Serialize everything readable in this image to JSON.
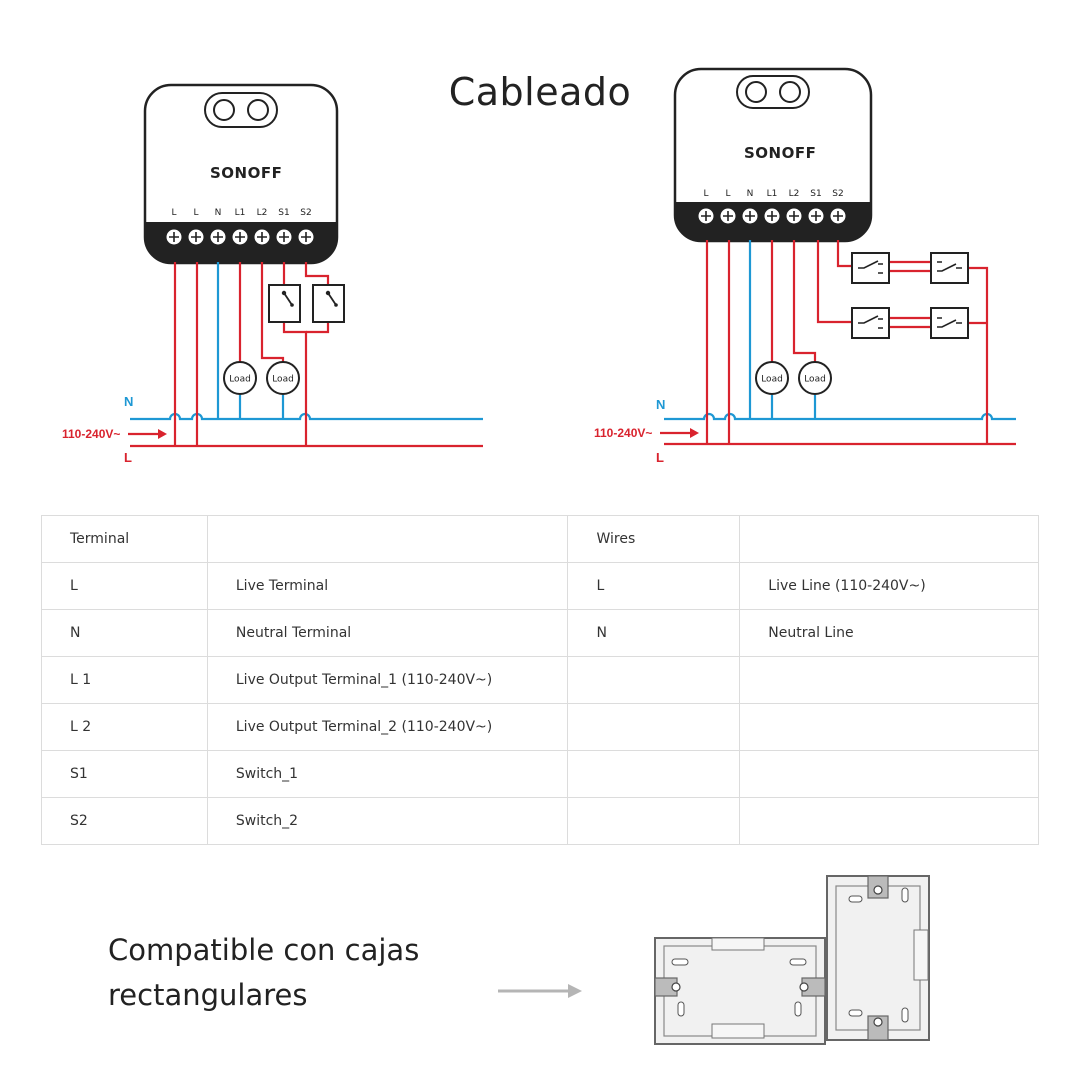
{
  "title": "Cableado",
  "diagram": {
    "brand": "SONOFF",
    "terminals": [
      "L",
      "L",
      "N",
      "L1",
      "L2",
      "S1",
      "S2"
    ],
    "load_label": "Load",
    "neutral_label": "N",
    "live_label": "L",
    "voltage_label": "110-240V~",
    "colors": {
      "live": "#d9232e",
      "neutral": "#1e98d4",
      "device": "#222222"
    }
  },
  "table": {
    "rows": [
      [
        "Terminal",
        "",
        "Wires",
        ""
      ],
      [
        "L",
        "Live Terminal",
        "L",
        "Live Line (110-240V~)"
      ],
      [
        "N",
        "Neutral Terminal",
        "N",
        "Neutral Line"
      ],
      [
        "L 1",
        "Live Output Terminal_1 (110-240V~)",
        "",
        ""
      ],
      [
        "L 2",
        "Live Output Terminal_2 (110-240V~)",
        "",
        ""
      ],
      [
        "S1",
        "Switch_1",
        "",
        ""
      ],
      [
        "S2",
        "Switch_2",
        "",
        ""
      ]
    ]
  },
  "compatible": {
    "line1": "Compatible con cajas",
    "line2": "rectangulares"
  }
}
